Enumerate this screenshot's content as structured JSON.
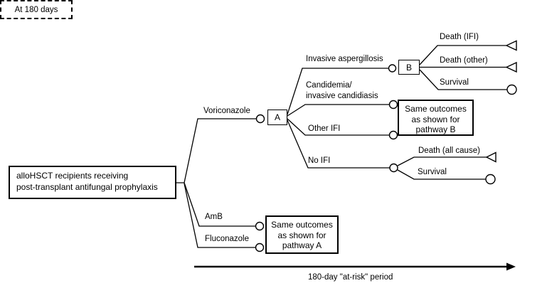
{
  "figure": {
    "colors": {
      "line": "#000000",
      "background": "#ffffff",
      "text": "#000000"
    },
    "root_box": {
      "line1": "alloHSCT recipients receiving",
      "line2": "post-transplant antifungal prophylaxis"
    },
    "strategy_branches": {
      "voriconazole": "Voriconazole",
      "amb": "AmB",
      "fluconazole": "Fluconazole"
    },
    "node_a_label": "A",
    "node_b_label": "B",
    "a_branches": {
      "invasive_aspergillosis": "Invasive aspergillosis",
      "candidemia_line1": "Candidemia/",
      "candidemia_line2": "invasive candidiasis",
      "other_ifi": "Other IFI",
      "no_ifi": "No IFI"
    },
    "b_branches": {
      "death_ifi": "Death (IFI)",
      "death_other": "Death (other)",
      "survival": "Survival"
    },
    "no_ifi_branches": {
      "death_all_cause": "Death (all cause)",
      "survival": "Survival"
    },
    "time_label_box": "At 180 days",
    "outcome_box_b": {
      "line1": "Same outcomes",
      "line2": "as shown for",
      "line3": "pathway B"
    },
    "outcome_box_a": {
      "line1": "Same outcomes",
      "line2": "as shown for",
      "line3": "pathway A"
    },
    "timeline_caption": "180-day \"at-risk\" period"
  }
}
